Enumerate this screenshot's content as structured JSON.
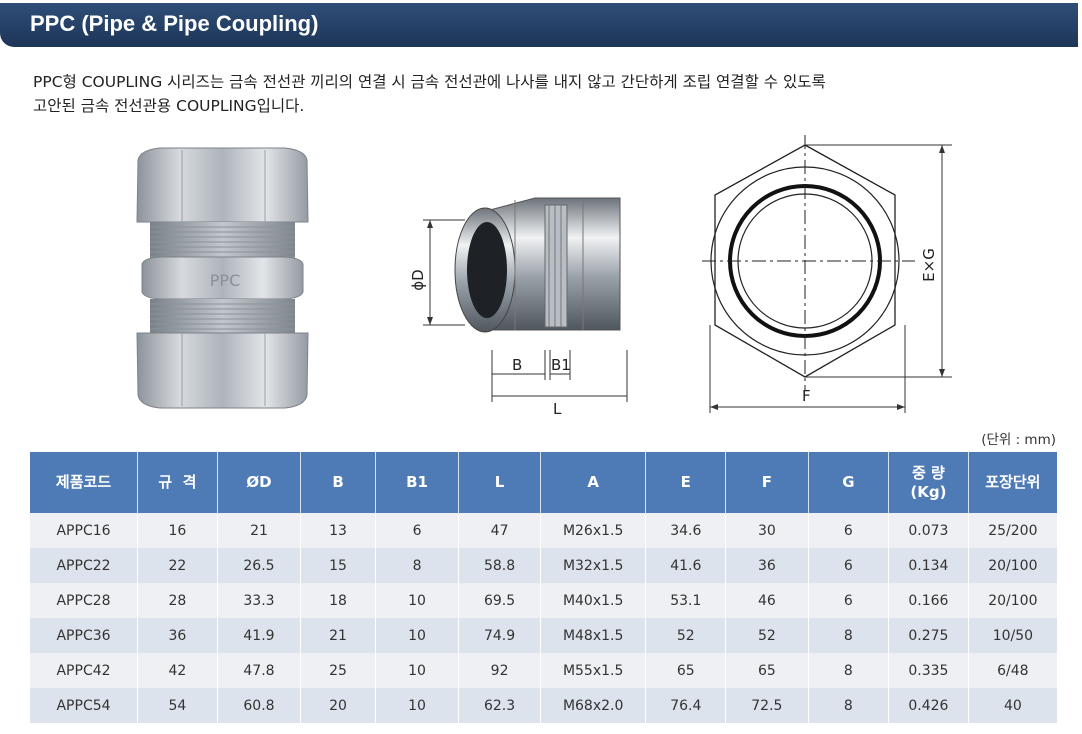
{
  "header": {
    "title": "PPC (Pipe & Pipe Coupling)"
  },
  "description": {
    "line1": "PPC형 COUPLING 시리즈는 금속 전선관 끼리의 연결 시 금속 전선관에 나사를 내지 않고 간단하게 조립 연결할 수 있도록",
    "line2": "고안된 금속 전선관용 COUPLING입니다."
  },
  "photo": {
    "emboss": "PPC"
  },
  "diagram_side": {
    "dim_d": "ϕD",
    "dim_b": "B",
    "dim_b1": "B1",
    "dim_l": "L"
  },
  "diagram_front": {
    "dim_exg": "E×G",
    "dim_f": "F"
  },
  "unit_note": "(단위 : mm)",
  "table": {
    "headers": [
      "제품코드",
      "규  격",
      "ØD",
      "B",
      "B1",
      "L",
      "A",
      "E",
      "F",
      "G",
      "중 량",
      "포장단위"
    ],
    "weight_unit": "(Kg)",
    "rows": [
      [
        "APPC16",
        "16",
        "21",
        "13",
        "6",
        "47",
        "M26x1.5",
        "34.6",
        "30",
        "6",
        "0.073",
        "25/200"
      ],
      [
        "APPC22",
        "22",
        "26.5",
        "15",
        "8",
        "58.8",
        "M32x1.5",
        "41.6",
        "36",
        "6",
        "0.134",
        "20/100"
      ],
      [
        "APPC28",
        "28",
        "33.3",
        "18",
        "10",
        "69.5",
        "M40x1.5",
        "53.1",
        "46",
        "6",
        "0.166",
        "20/100"
      ],
      [
        "APPC36",
        "36",
        "41.9",
        "21",
        "10",
        "74.9",
        "M48x1.5",
        "52",
        "52",
        "8",
        "0.275",
        "10/50"
      ],
      [
        "APPC42",
        "42",
        "47.8",
        "25",
        "10",
        "92",
        "M55x1.5",
        "65",
        "65",
        "8",
        "0.335",
        "6/48"
      ],
      [
        "APPC54",
        "54",
        "60.8",
        "20",
        "10",
        "62.3",
        "M68x2.0",
        "76.4",
        "72.5",
        "8",
        "0.426",
        "40"
      ]
    ]
  }
}
